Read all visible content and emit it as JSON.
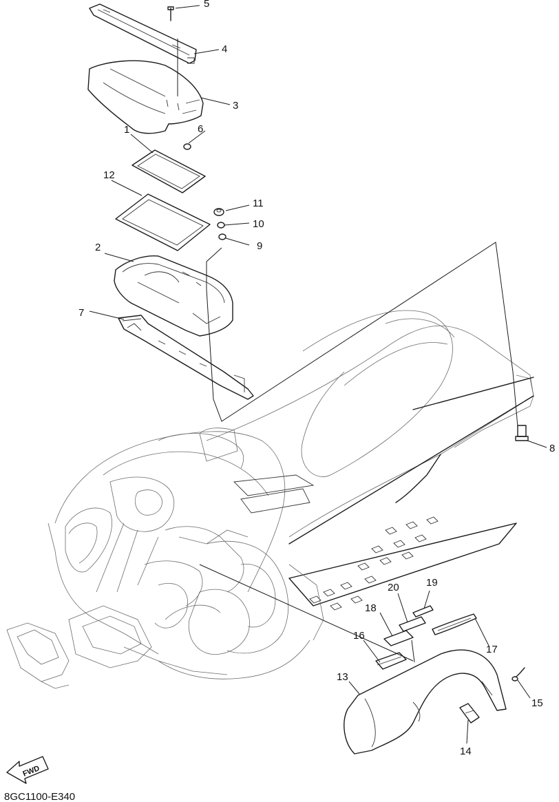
{
  "diagram_code": "8GC1100-E340",
  "fwd_label": "FWD",
  "callouts": [
    {
      "id": "c1",
      "label": "1"
    },
    {
      "id": "c2",
      "label": "2"
    },
    {
      "id": "c3",
      "label": "3"
    },
    {
      "id": "c4",
      "label": "4"
    },
    {
      "id": "c5",
      "label": "5"
    },
    {
      "id": "c6",
      "label": "6"
    },
    {
      "id": "c7",
      "label": "7"
    },
    {
      "id": "c8",
      "label": "8"
    },
    {
      "id": "c9",
      "label": "9"
    },
    {
      "id": "c10",
      "label": "10"
    },
    {
      "id": "c11",
      "label": "11"
    },
    {
      "id": "c12",
      "label": "12"
    },
    {
      "id": "c13",
      "label": "13"
    },
    {
      "id": "c14",
      "label": "14"
    },
    {
      "id": "c15",
      "label": "15"
    },
    {
      "id": "c16",
      "label": "16"
    },
    {
      "id": "c17",
      "label": "17"
    },
    {
      "id": "c18",
      "label": "18"
    },
    {
      "id": "c19",
      "label": "19"
    },
    {
      "id": "c20",
      "label": "20"
    }
  ]
}
